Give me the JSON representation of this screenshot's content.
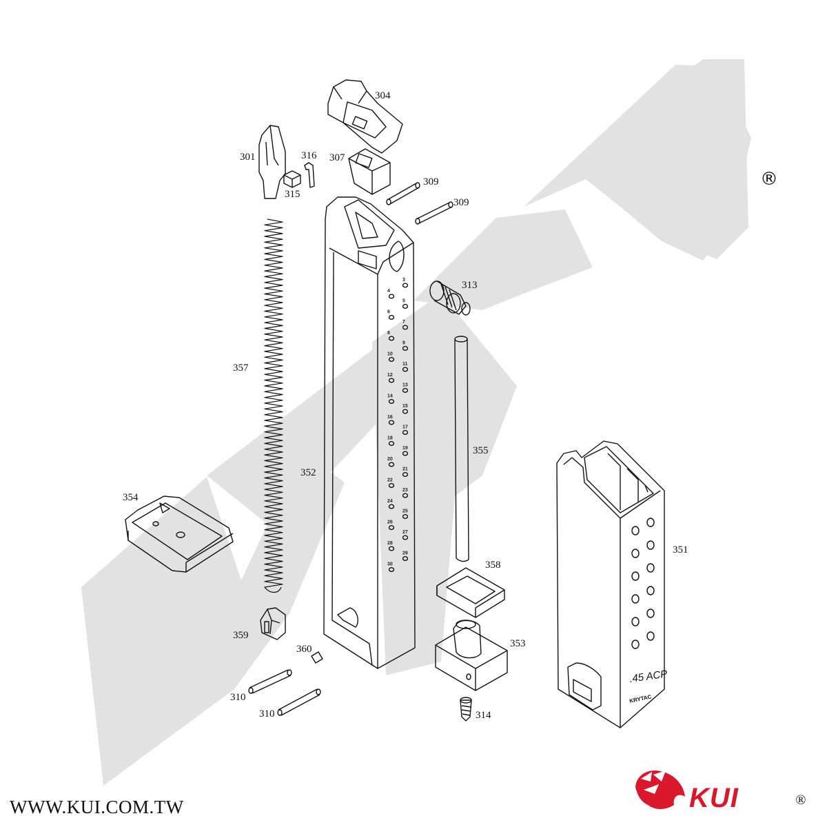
{
  "diagram": {
    "callouts": [
      {
        "id": "304",
        "text": "304"
      },
      {
        "id": "301",
        "text": "301"
      },
      {
        "id": "316",
        "text": "316"
      },
      {
        "id": "307",
        "text": "307"
      },
      {
        "id": "315",
        "text": "315"
      },
      {
        "id": "309a",
        "text": "309"
      },
      {
        "id": "309b",
        "text": "309"
      },
      {
        "id": "313",
        "text": "313"
      },
      {
        "id": "357",
        "text": "357"
      },
      {
        "id": "352",
        "text": "352"
      },
      {
        "id": "355",
        "text": "355"
      },
      {
        "id": "354",
        "text": "354"
      },
      {
        "id": "351",
        "text": "351"
      },
      {
        "id": "358",
        "text": "358"
      },
      {
        "id": "359",
        "text": "359"
      },
      {
        "id": "353",
        "text": "353"
      },
      {
        "id": "360",
        "text": "360"
      },
      {
        "id": "310a",
        "text": "310"
      },
      {
        "id": "310b",
        "text": "310"
      },
      {
        "id": "314",
        "text": "314"
      }
    ],
    "round_counts_left": [
      "4",
      "6",
      "8",
      "10",
      "12",
      "14",
      "16",
      "18",
      "20",
      "22",
      "24",
      "26",
      "28",
      "30"
    ],
    "round_counts_right": [
      "3",
      "5",
      "7",
      "9",
      "11",
      "13",
      "15",
      "17",
      "19",
      "21",
      "23",
      "25",
      "27",
      "29"
    ],
    "sleeve_caliber": ".45 ACP",
    "sleeve_brand": "KRYTAC",
    "watermark_color": "#dddddd",
    "logo_color": "#d9182b"
  },
  "footer": {
    "website": "WWW.KUI.COM.TW",
    "registered_mark": "®",
    "brand_logo": "KUI",
    "brand_registered": "®"
  }
}
